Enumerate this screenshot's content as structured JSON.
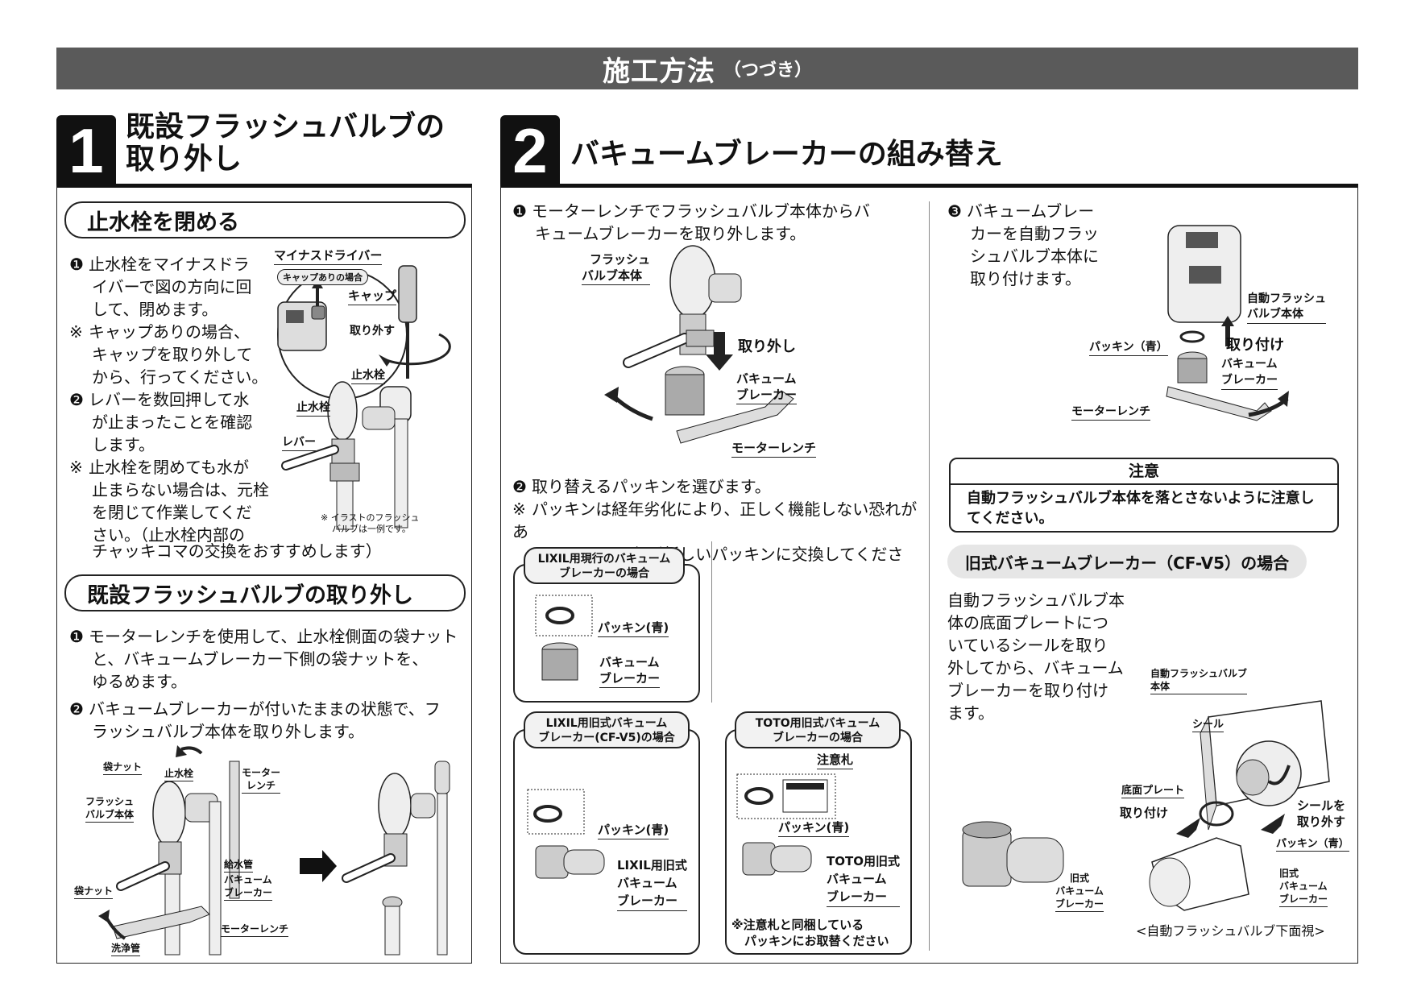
{
  "header": {
    "title": "施工方法",
    "subtitle": "（つづき）"
  },
  "step1": {
    "number": "1",
    "title_line1": "既設フラッシュバルブの",
    "title_line2": "取り外し",
    "sub1": {
      "title": "止水栓を閉める",
      "p1": [
        "止水栓をマイナスドラ",
        "イバーで図の方向に回",
        "して、閉めます。"
      ],
      "n1": [
        "キャップありの場合、",
        "キャップを取り外して",
        "から、行ってください。"
      ],
      "p2": [
        "レバーを数回押して水",
        "が止まったことを確認",
        "します。"
      ],
      "n2": [
        "止水栓を閉めても水が",
        "止まらない場合は、元栓",
        "を閉じて作業してくだ",
        "さい。（止水栓内部の"
      ],
      "n2_last": "チャッキコマの交換をおすすめします）",
      "labels": {
        "driver": "マイナスドライバー",
        "cap_case": "キャップありの場合",
        "cap": "キャップ",
        "remove": "取り外す",
        "stopcock1": "止水栓",
        "stopcock2": "止水栓",
        "lever": "レバー",
        "illus_note1": "※ イラストのフラッシュ",
        "illus_note2": "バルブは一例です。"
      }
    },
    "sub2": {
      "title": "既設フラッシュバルブの取り外し",
      "p1": [
        "モーターレンチを使用して、止水栓側面の袋ナット",
        "と、バキュームブレーカー下側の袋ナットを、",
        "ゆるめます。"
      ],
      "p2": [
        "バキュームブレーカーが付いたままの状態で、フ",
        "ラッシュバルブ本体を取り外します。"
      ],
      "labels": {
        "nut1": "袋ナット",
        "stopcock": "止水栓",
        "wrench1a": "モーター",
        "wrench1b": "レンチ",
        "body1": "フラッシュ",
        "body2": "バルブ本体",
        "supply": "給水管",
        "vb1": "バキューム",
        "vb2": "ブレーカー",
        "nut2": "袋ナット",
        "wrench2": "モーターレンチ",
        "flush_pipe": "洗浄管"
      }
    }
  },
  "step2": {
    "number": "2",
    "title": "バキュームブレーカーの組み替え",
    "p1": [
      "モーターレンチでフラッシュバルブ本体からバ",
      "キュームブレーカーを取り外します。"
    ],
    "p1_labels": {
      "body1": "フラッシュ",
      "body2": "バルブ本体",
      "remove": "取り外し",
      "vb1": "バキューム",
      "vb2": "ブレーカー",
      "wrench": "モーターレンチ"
    },
    "p2": "取り替えるパッキンを選びます。",
    "n2": [
      "パッキンは経年劣化により、正しく機能しない恐れがあ",
      "りますので、必ず新しいパッキンに交換してください。"
    ],
    "case_a": {
      "tag1": "LIXIL用現行のバキューム",
      "tag2": "ブレーカーの場合",
      "packing": "パッキン(青)",
      "vb1": "バキューム",
      "vb2": "ブレーカー"
    },
    "case_b": {
      "tag1": "LIXIL用旧式バキューム",
      "tag2": "ブレーカー(CF-V5)の場合",
      "packing": "パッキン(青)",
      "vb1": "LIXIL用旧式",
      "vb2": "バキューム",
      "vb3": "ブレーカー"
    },
    "case_c": {
      "tag1": "TOTO用旧式バキューム",
      "tag2": "ブレーカーの場合",
      "caution_tag": "注意札",
      "packing": "パッキン(青)",
      "vb1": "TOTO用旧式",
      "vb2": "バキューム",
      "vb3": "ブレーカー",
      "note1": "※注意札と同梱している",
      "note2": "パッキンにお取替ください"
    },
    "p3": [
      "バキュームブレー",
      "カーを自動フラッ",
      "シュバルブ本体に",
      "取り付けます。"
    ],
    "p3_labels": {
      "auto1": "自動フラッシュ",
      "auto2": "バルブ本体",
      "packing": "パッキン（青）",
      "attach": "取り付け",
      "vb1": "バキューム",
      "vb2": "ブレーカー",
      "wrench": "モーターレンチ"
    },
    "caution": {
      "title": "注意",
      "line1": "自動フラッシュバルブ本体を落とさないように注意し",
      "line2": "てください。"
    },
    "old": {
      "title": "旧式バキュームブレーカー（CF-V5）の場合",
      "text": [
        "自動フラッシュバルブ本",
        "体の底面プレートにつ",
        "いているシールを取り",
        "外してから、バキューム",
        "ブレーカーを取り付け",
        "ます。"
      ],
      "labels": {
        "auto1": "自動フラッシュバルブ",
        "auto2": "本体",
        "seal": "シール",
        "bottom": "底面プレート",
        "attach": "取り付け",
        "sealrm1": "シールを",
        "sealrm2": "取り外す",
        "packing": "パッキン（青）",
        "old1": "旧式",
        "old2": "バキューム",
        "old3": "ブレーカー",
        "oldb1": "旧式",
        "oldb2": "バキューム",
        "oldb3": "ブレーカー",
        "caption": "<自動フラッシュバルブ下面視>"
      }
    },
    "markers": {
      "m1": "❶",
      "m2": "❷",
      "m3": "❸",
      "note": "※"
    }
  }
}
